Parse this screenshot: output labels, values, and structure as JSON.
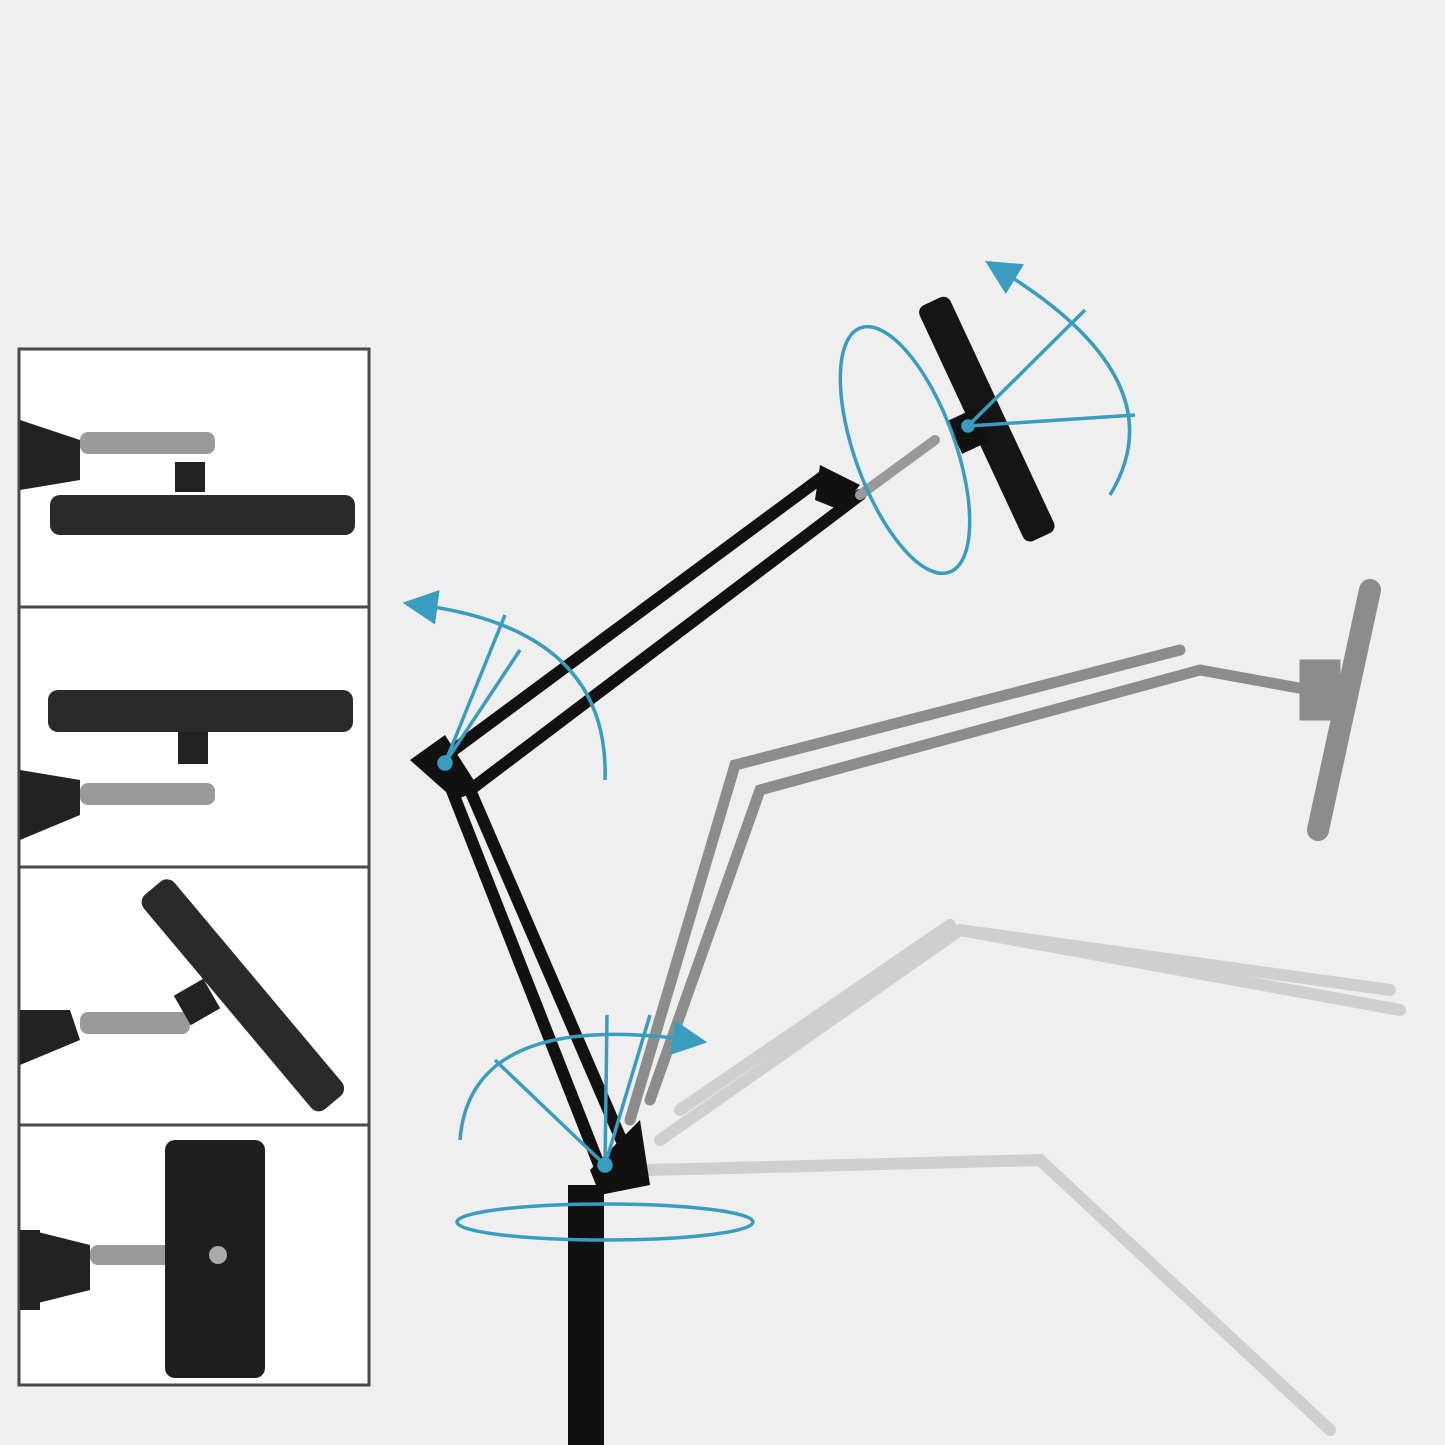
{
  "colors": {
    "background": "#efefef",
    "panel_background": "#ffffff",
    "panel_border": "#4a4a4a",
    "arm": "#111111",
    "arm_faded_1": "#8a8a8a",
    "arm_faded_2": "#c4c4c4",
    "rotation_arrows": "#3a9cbf"
  },
  "panels": [
    {
      "view": "holder-horizontal-below-clamp"
    },
    {
      "view": "holder-horizontal-above-clamp"
    },
    {
      "view": "holder-tilted"
    },
    {
      "view": "holder-vertical-with-phone"
    }
  ]
}
